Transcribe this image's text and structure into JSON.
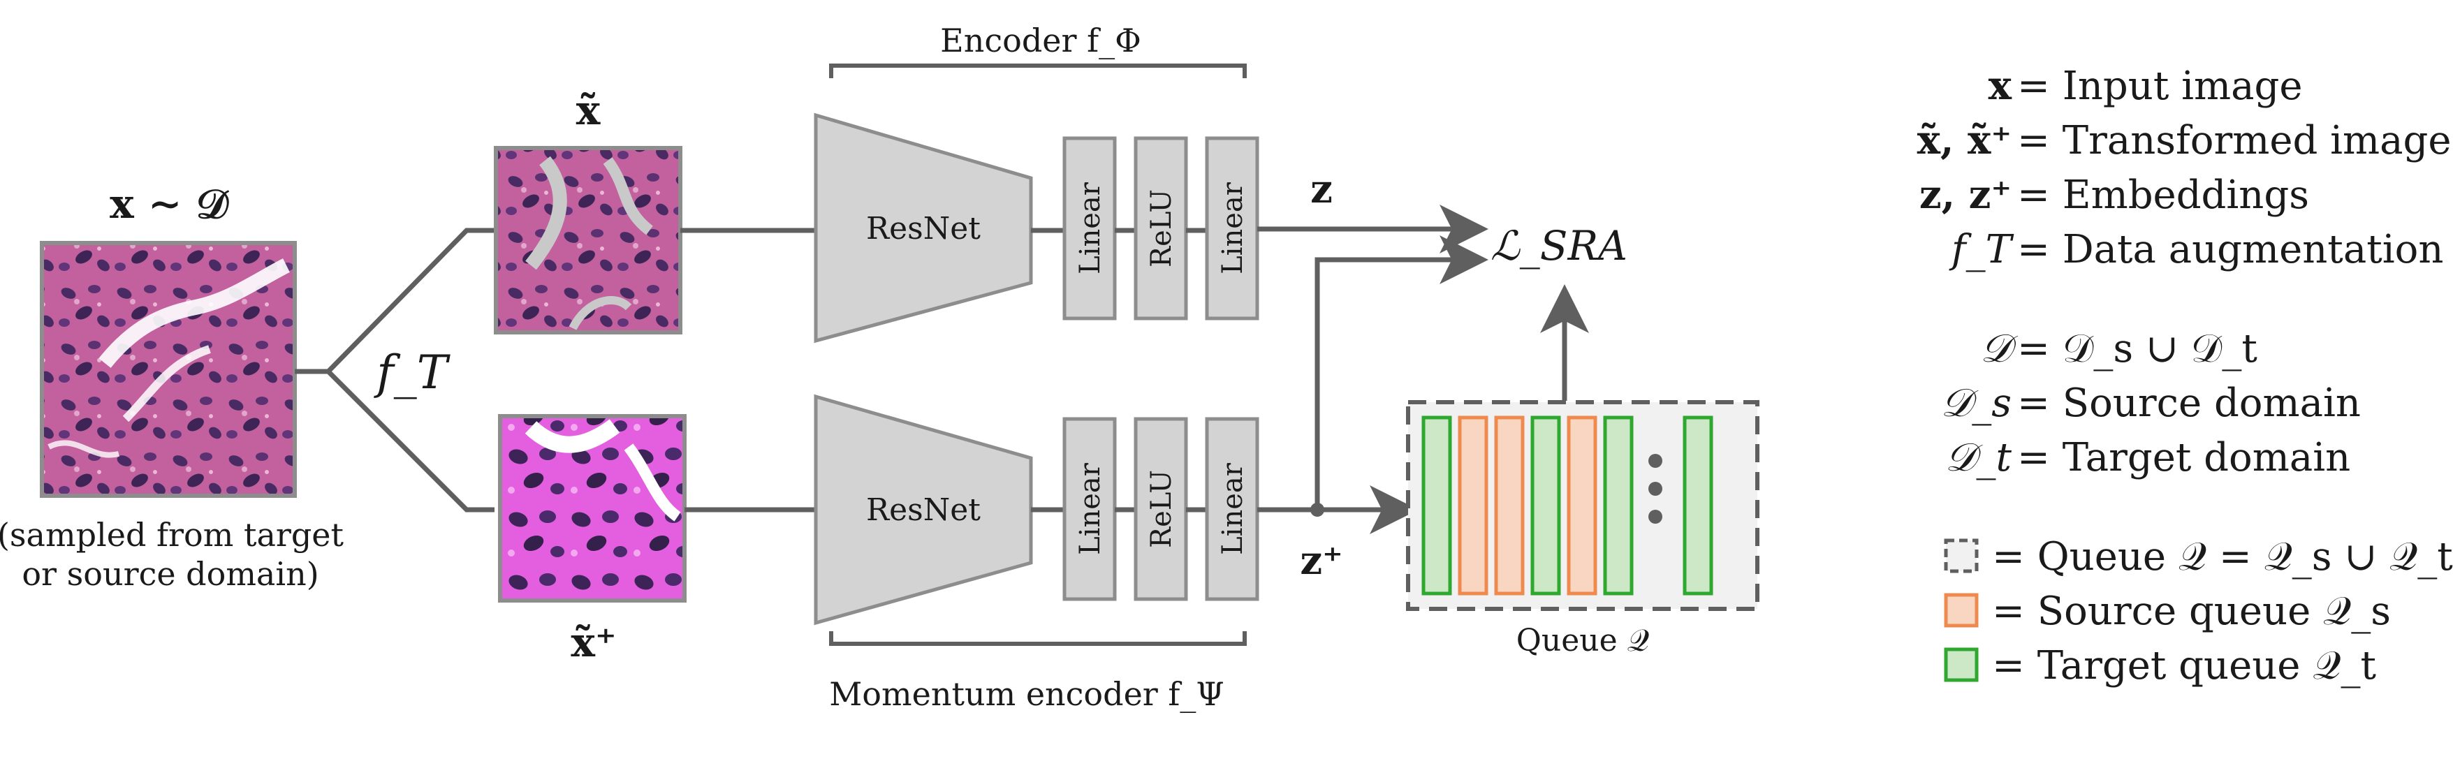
{
  "input": {
    "label": "x ∼ 𝒟",
    "caption_line1": "(sampled from target",
    "caption_line2": "or source domain)"
  },
  "augmentation_label": "f_T",
  "views": {
    "top_label": "x̃",
    "bottom_label": "x̃⁺"
  },
  "encoder": {
    "title": "Encoder  f_Φ",
    "backbone": "ResNet",
    "layers": [
      "Linear",
      "ReLU",
      "Linear"
    ],
    "output": "z"
  },
  "momentum_encoder": {
    "title": "Momentum encoder  f_Ψ",
    "backbone": "ResNet",
    "layers": [
      "Linear",
      "ReLU",
      "Linear"
    ],
    "output": "z⁺"
  },
  "loss": "ℒ_SRA",
  "queue": {
    "label": "Queue 𝒬",
    "slots": [
      "target",
      "source",
      "source",
      "target",
      "source",
      "target",
      "ellipsis",
      "target"
    ]
  },
  "legend": {
    "entries": [
      {
        "symbol": "x",
        "text": "= Input image"
      },
      {
        "symbol": "x̃, x̃⁺",
        "text": "= Transformed images"
      },
      {
        "symbol": "z, z⁺",
        "text": "= Embeddings"
      },
      {
        "symbol": "f_T",
        "text": "= Data augmentation"
      },
      {
        "symbol": "𝒟",
        "text": "= 𝒟_s ∪ 𝒟_t"
      },
      {
        "symbol": "𝒟_s",
        "text": "= Source domain"
      },
      {
        "symbol": "𝒟_t",
        "text": "= Target domain"
      },
      {
        "symbol": "queue-box",
        "text": "= Queue 𝒬 = 𝒬_s ∪ 𝒬_t"
      },
      {
        "symbol": "source-box",
        "text": "= Source queue 𝒬_s"
      },
      {
        "symbol": "target-box",
        "text": "= Target queue 𝒬_t"
      }
    ]
  },
  "colors": {
    "wire": "#5f5f5f",
    "block_fill": "#d3d3d3",
    "block_stroke": "#8d8d8d",
    "source_fill": "#f9d6c2",
    "source_stroke": "#ee8a4e",
    "target_fill": "#cde8c6",
    "target_stroke": "#2ea82e",
    "queue_fill": "#f1f1f1"
  }
}
